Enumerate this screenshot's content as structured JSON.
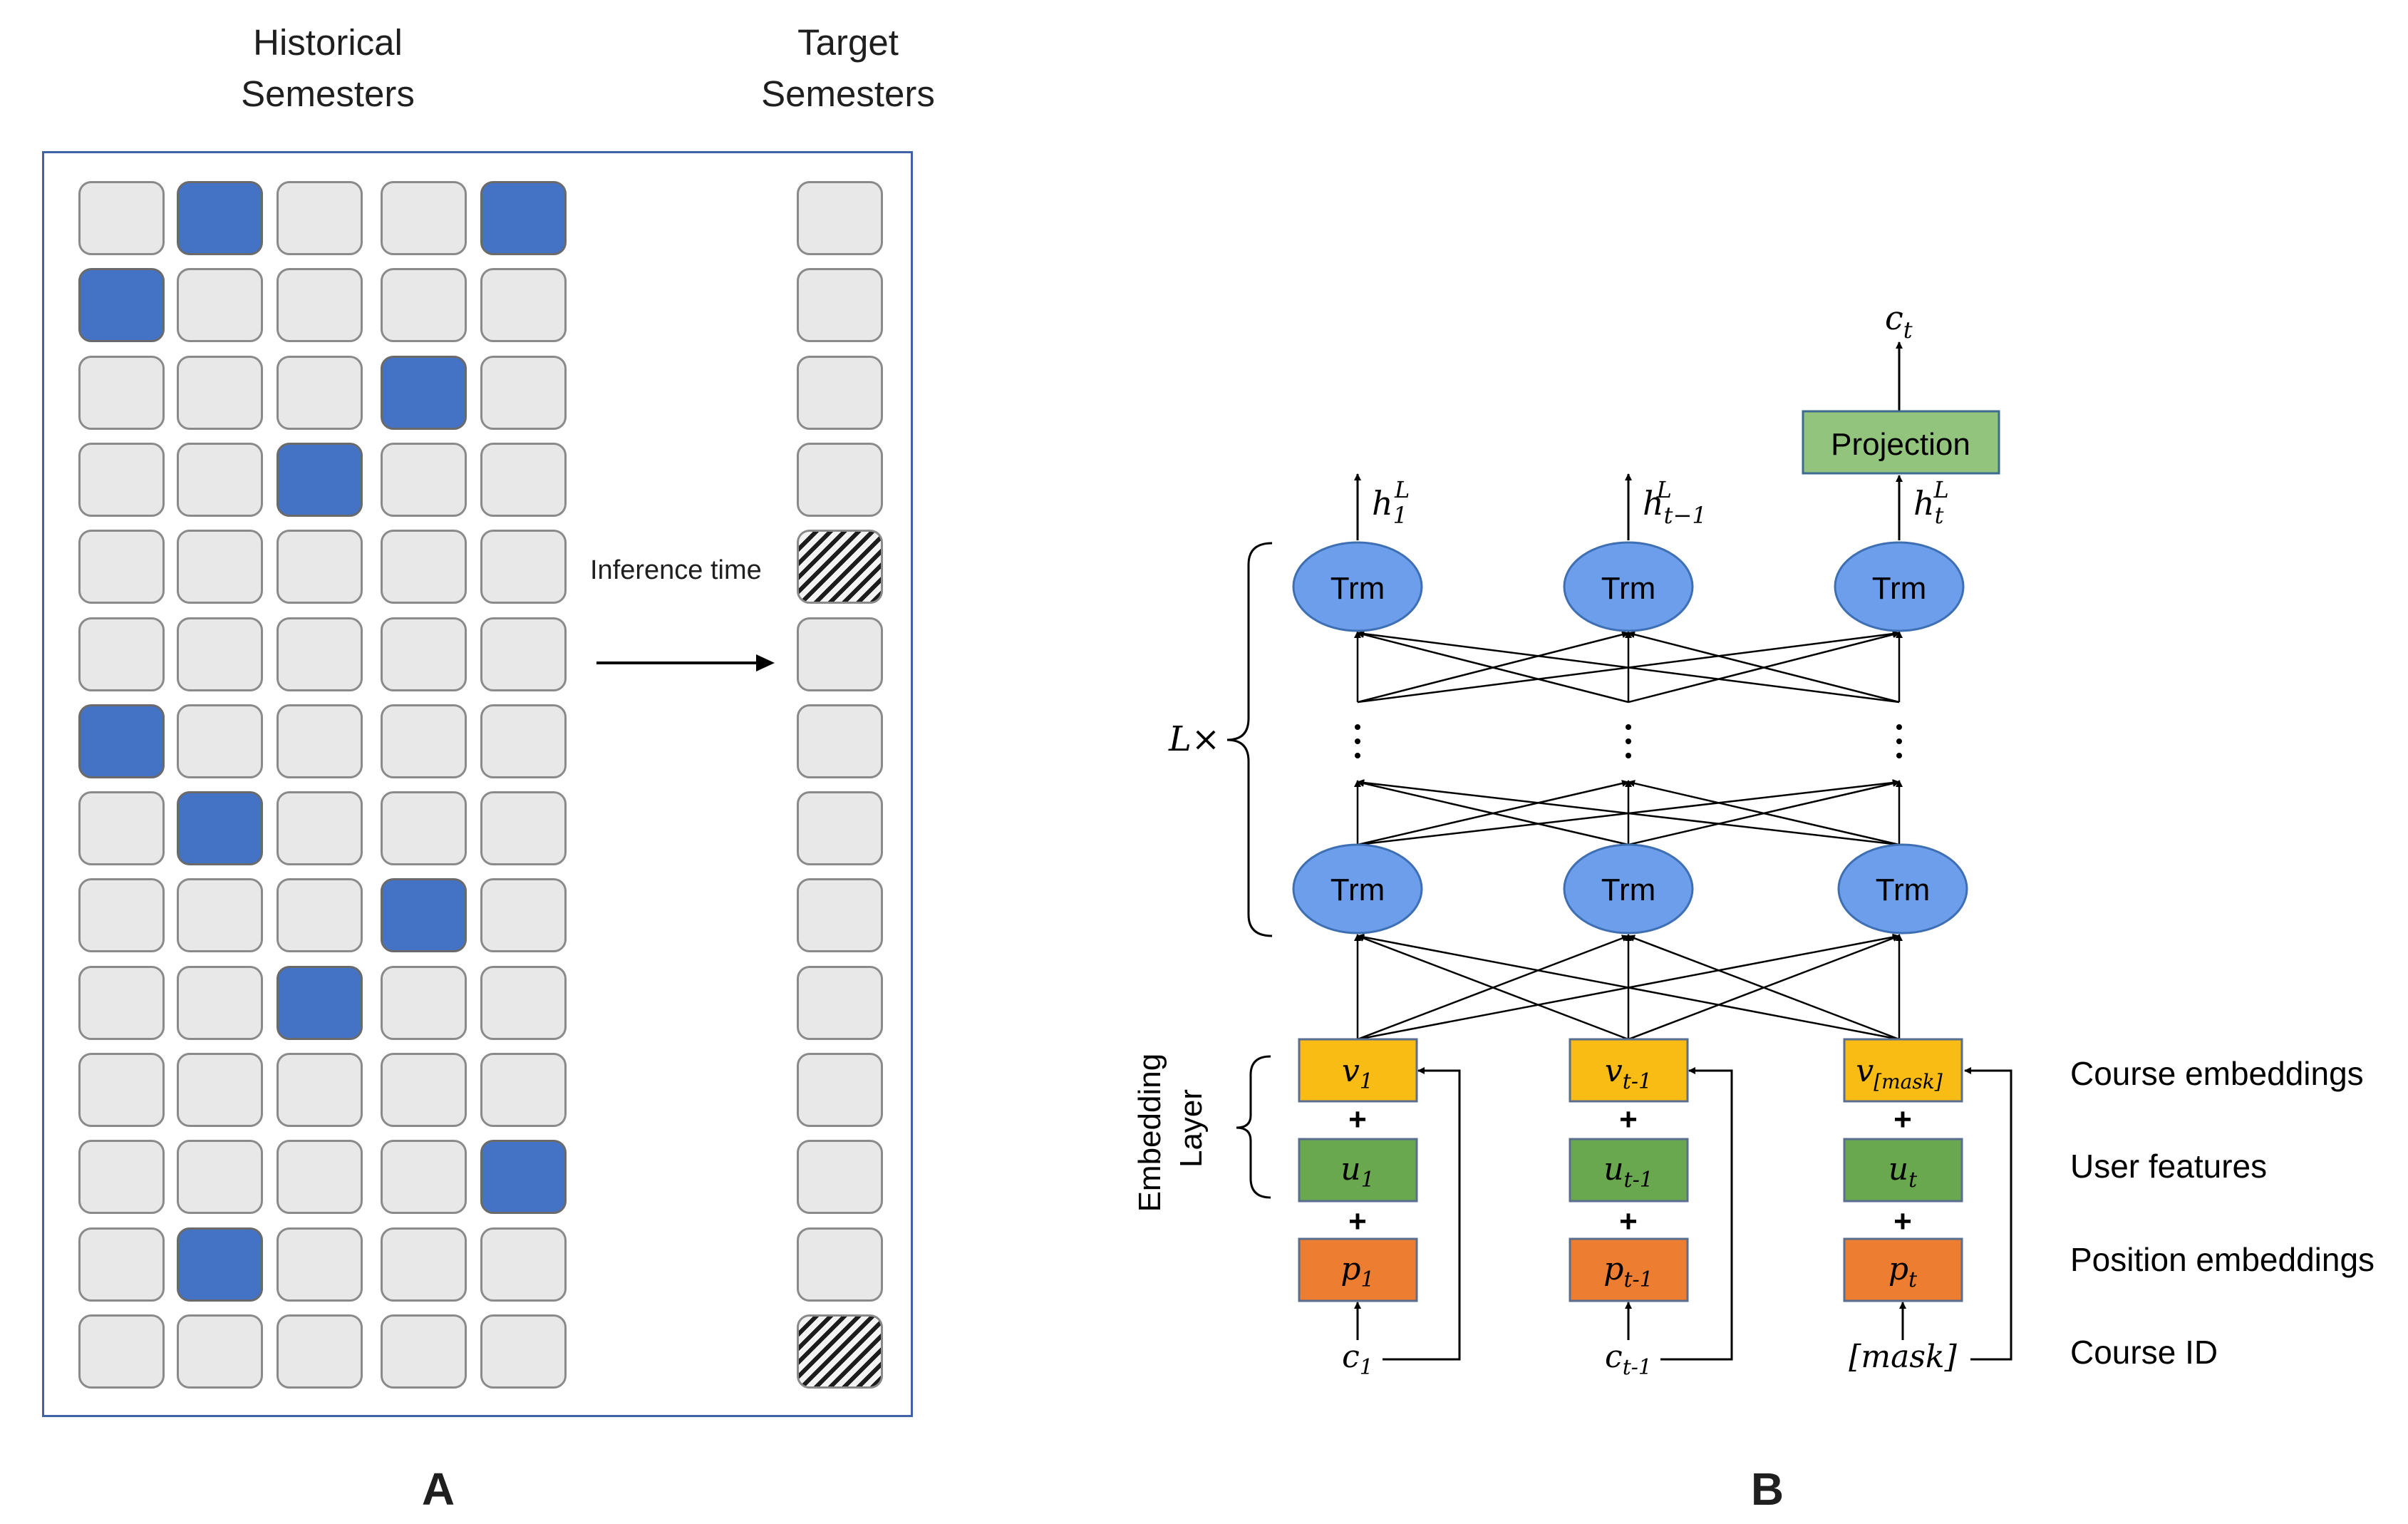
{
  "panel_a": {
    "header_historical_line1": "Historical",
    "header_historical_line2": "Semesters",
    "header_target_line1": "Target",
    "header_target_line2": "Semesters",
    "inference_label": "Inference time",
    "label": "A",
    "colors": {
      "cell": "#e8e8e8",
      "taken": "#4472c4",
      "frame": "#3e63a8"
    },
    "historical_grid": [
      [
        0,
        1,
        0,
        0,
        1
      ],
      [
        1,
        0,
        0,
        0,
        0
      ],
      [
        0,
        0,
        0,
        1,
        0
      ],
      [
        0,
        0,
        1,
        0,
        0
      ],
      [
        0,
        0,
        0,
        0,
        0
      ],
      [
        0,
        0,
        0,
        0,
        0
      ],
      [
        1,
        0,
        0,
        0,
        0
      ],
      [
        0,
        1,
        0,
        0,
        0
      ],
      [
        0,
        0,
        0,
        1,
        0
      ],
      [
        0,
        0,
        1,
        0,
        0
      ],
      [
        0,
        0,
        0,
        0,
        0
      ],
      [
        0,
        0,
        0,
        0,
        1
      ],
      [
        0,
        1,
        0,
        0,
        0
      ],
      [
        0,
        0,
        0,
        0,
        0
      ]
    ],
    "target_column": [
      "empty",
      "empty",
      "empty",
      "empty",
      "hatched",
      "empty",
      "empty",
      "empty",
      "empty",
      "empty",
      "empty",
      "empty",
      "empty",
      "hatched"
    ]
  },
  "panel_b": {
    "label": "B",
    "trm_label": "Trm",
    "projection_label": "Projection",
    "output_c": "c",
    "output_c_sub": "t",
    "h_labels": [
      {
        "base": "h",
        "sub": "1",
        "sup": "L"
      },
      {
        "base": "h",
        "sub": "t−1",
        "sup": "L"
      },
      {
        "base": "h",
        "sub": "t",
        "sup": "L"
      }
    ],
    "repeat_label": "L×",
    "embedding_layer_line1": "Embedding",
    "embedding_layer_line2": "Layer",
    "plus": "+",
    "columns": [
      {
        "v": "v",
        "v_sub": "1",
        "u": "u",
        "u_sub": "1",
        "p": "p",
        "p_sub": "1",
        "input": "c",
        "input_sub": "1"
      },
      {
        "v": "v",
        "v_sub": "t-1",
        "u": "u",
        "u_sub": "t-1",
        "p": "p",
        "p_sub": "t-1",
        "input": "c",
        "input_sub": "t-1"
      },
      {
        "v": "v",
        "v_sub": "[mask]",
        "u": "u",
        "u_sub": "t",
        "p": "p",
        "p_sub": "t",
        "input": "[mask]",
        "input_sub": ""
      }
    ],
    "row_labels": {
      "course_embeddings": "Course embeddings",
      "user_features": "User features",
      "position_embeddings": "Position embeddings",
      "course_id": "Course ID"
    },
    "colors": {
      "trm": "#6d9eeb",
      "projection": "#93c47d",
      "v": "#f9bc15",
      "u": "#6aa84f",
      "p": "#ed7d31"
    }
  }
}
